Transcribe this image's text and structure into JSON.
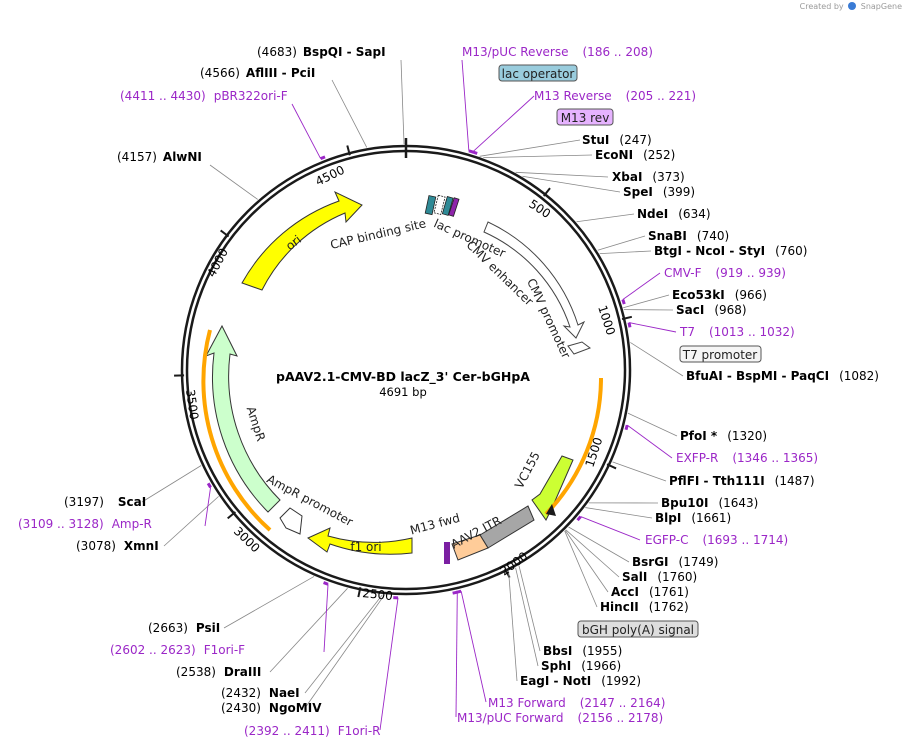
{
  "credit": {
    "prefix": "Created by",
    "brand": "SnapGene"
  },
  "plasmid": {
    "name": "pAAV2.1-CMV-BD lacZ_3' Cer-bGHpA",
    "length": "4691 bp"
  },
  "ticks": [
    "500",
    "1000",
    "1500",
    "2000",
    "2500",
    "3000",
    "3500",
    "4000",
    "4500"
  ],
  "sites": [
    {
      "name": "BspQI  -  SapI",
      "pos": "(4683)"
    },
    {
      "name": "AflIII   -  PciI",
      "pos": "(4566)"
    },
    {
      "name": "AlwNI",
      "pos": "(4157)"
    },
    {
      "name": "StuI",
      "pos": "(247)"
    },
    {
      "name": "EcoNI",
      "pos": "(252)"
    },
    {
      "name": "XbaI",
      "pos": "(373)"
    },
    {
      "name": "SpeI",
      "pos": "(399)"
    },
    {
      "name": "NdeI",
      "pos": "(634)"
    },
    {
      "name": "SnaBI",
      "pos": "(740)"
    },
    {
      "name": "BtgI  -  NcoI  -  StyI",
      "pos": "(760)"
    },
    {
      "name": "Eco53kI",
      "pos": "(966)"
    },
    {
      "name": "SacI",
      "pos": "(968)"
    },
    {
      "name": "BfuAI  -  BspMI  -  PaqCI",
      "pos": "(1082)"
    },
    {
      "name": "PfoI *",
      "pos": "(1320)"
    },
    {
      "name": "PflFI  -  Tth111I",
      "pos": "(1487)"
    },
    {
      "name": "Bpu10I",
      "pos": "(1643)"
    },
    {
      "name": "BlpI",
      "pos": "(1661)"
    },
    {
      "name": "BsrGI",
      "pos": "(1749)"
    },
    {
      "name": "SalI",
      "pos": "(1760)"
    },
    {
      "name": "AccI",
      "pos": "(1761)"
    },
    {
      "name": "HincII",
      "pos": "(1762)"
    },
    {
      "name": "BbsI",
      "pos": "(1955)"
    },
    {
      "name": "SphI",
      "pos": "(1966)"
    },
    {
      "name": "EagI  -  NotI",
      "pos": "(1992)"
    },
    {
      "name": "ScaI",
      "pos": "(3197)"
    },
    {
      "name": "XmnI",
      "pos": "(3078)"
    },
    {
      "name": "PsiI",
      "pos": "(2663)"
    },
    {
      "name": "DraIII",
      "pos": "(2538)"
    },
    {
      "name": "NaeI",
      "pos": "(2432)"
    },
    {
      "name": "NgoMIV",
      "pos": "(2430)"
    }
  ],
  "primers": [
    {
      "name": "M13/pUC Reverse",
      "range": "(186 .. 208)"
    },
    {
      "name": "M13 Reverse",
      "range": "(205 .. 221)"
    },
    {
      "name": "CMV-F",
      "range": "(919 .. 939)"
    },
    {
      "name": "T7",
      "range": "(1013 .. 1032)"
    },
    {
      "name": "EXFP-R",
      "range": "(1346 .. 1365)"
    },
    {
      "name": "EGFP-C",
      "range": "(1693 .. 1714)"
    },
    {
      "name": "M13 Forward",
      "range": "(2147 .. 2164)"
    },
    {
      "name": "M13/pUC Forward",
      "range": "(2156 .. 2178)"
    },
    {
      "name": "F1ori-R",
      "range": "(2392 .. 2411)"
    },
    {
      "name": "F1ori-F",
      "range": "(2602 .. 2623)"
    },
    {
      "name": "Amp-R",
      "range": "(3109 .. 3128)"
    },
    {
      "name": "pBR322ori-F",
      "range": "(4411 .. 4430)"
    }
  ],
  "boxed": [
    "lac operator",
    "M13 rev",
    "T7 promoter",
    "bGH poly(A) signal"
  ],
  "features": {
    "cap": "CAP binding site",
    "lac_promoter": "lac promoter",
    "cmv_enhancer": "CMV enhancer",
    "cmv_promoter": "CMV promoter",
    "vc155": "VC155",
    "aav2_itr": "AAV2 ITR",
    "m13_fwd": "M13 fwd",
    "f1_ori": "f1 ori",
    "ampr_promoter": "AmpR promoter",
    "ampr": "AmpR",
    "ori": "ori"
  },
  "colors": {
    "backbone": "#1a1a1a",
    "primer": "#9b27c7",
    "ori": "#ffff00",
    "ampr": "#ccffcc",
    "f1_ori": "#ffff00",
    "vc155": "#ccff33",
    "itr": "#a6a6a6",
    "m13_fwd_box": "#ffcc99",
    "orf": "#ffa500",
    "lac_operator": "#99ccdd",
    "m13_rev": "#e6b3ff",
    "feature_box": "#eeeeee"
  }
}
